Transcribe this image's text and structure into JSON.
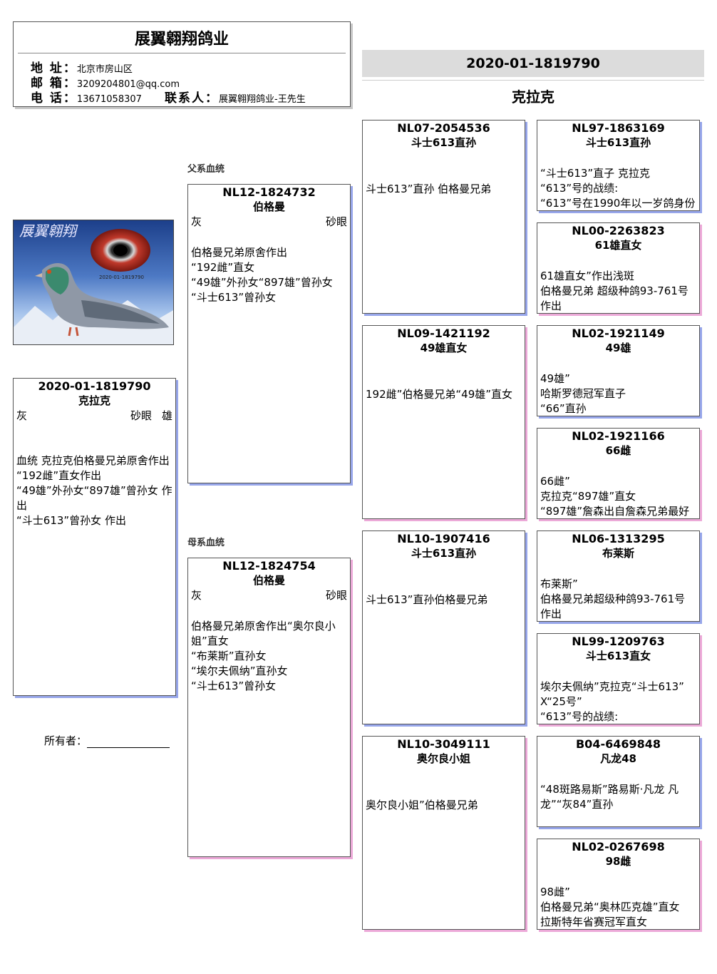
{
  "header": {
    "company": "展翼翱翔鸽业",
    "address_key": "地 址：",
    "address": "北京市房山区",
    "email_key": "邮 箱：",
    "email": "3209204801@qq.com",
    "phone_key": "电 话：",
    "phone": "13671058307",
    "contact_key": "联系人：",
    "contact": "展翼翱翔鸽业-王先生"
  },
  "banner": {
    "ring": "2020-01-1819790",
    "name": "克拉克"
  },
  "labels": {
    "paternal": "父系血统",
    "maternal": "母系血统"
  },
  "photo": {
    "caption": "2020-01-1819790",
    "title_art": "展翼翱翔"
  },
  "subject": {
    "ring": "2020-01-1819790",
    "name": "克拉克",
    "color": "灰",
    "eye": "砂眼",
    "sex": "雄",
    "desc": "血统 克拉克伯格曼兄弟原舍作出\n“192雌”直女作出\n“49雄”外孙女“897雄”曾孙女 作出\n“斗士613”曾孙女 作出"
  },
  "sire": {
    "ring": "NL12-1824732",
    "name": "伯格曼",
    "color": "灰",
    "eye": "砂眼",
    "desc": "伯格曼兄弟原舍作出\n“192雌”直女\n“49雄”外孙女“897雄”曾孙女\n“斗士613”曾孙女"
  },
  "dam": {
    "ring": "NL12-1824754",
    "name": "伯格曼",
    "color": "灰",
    "eye": "砂眼",
    "desc": "伯格曼兄弟原舍作出“奥尔良小姐”直女\n“布莱斯”直孙女\n“埃尔夫佩纳”直孙女\n“斗士613”曾孙女"
  },
  "grandparents": [
    {
      "ring": "NL07-2054536",
      "name": "斗士613直孙",
      "desc": "斗士613”直孙 伯格曼兄弟"
    },
    {
      "ring": "NL09-1421192",
      "name": "49雄直女",
      "desc": "192雌”伯格曼兄弟“49雄”直女"
    },
    {
      "ring": "NL10-1907416",
      "name": "斗士613直孙",
      "desc": "斗士613”直孙伯格曼兄弟"
    },
    {
      "ring": "NL10-3049111",
      "name": "奥尔良小姐",
      "desc": "奥尔良小姐”伯格曼兄弟"
    }
  ],
  "great_grandparents": [
    {
      "ring": "NL97-1863169",
      "name": "斗士613直孙",
      "desc": "“斗士613”直子 克拉克\n“613”号的战绩:\n“613”号在1990年以一岁鸽身份"
    },
    {
      "ring": "NL00-2263823",
      "name": "61雄直女",
      "desc": "61雄直女”作出浅斑\n伯格曼兄弟 超级种鸽93-761号\n作出"
    },
    {
      "ring": "NL02-1921149",
      "name": "49雄",
      "desc": "49雄”\n哈斯罗德冠军直子\n“66”直孙"
    },
    {
      "ring": "NL02-1921166",
      "name": "66雌",
      "desc": "66雌”\n克拉克“897雄”直女\n“897雄”詹森出自詹森兄弟最好"
    },
    {
      "ring": "NL06-1313295",
      "name": "布莱斯",
      "desc": "布莱斯”\n伯格曼兄弟超级种鸽93-761号\n作出"
    },
    {
      "ring": "NL99-1209763",
      "name": "斗士613直女",
      "desc": "埃尔夫佩纳”克拉克“斗士613”\nX“25号”\n“613”号的战绩:"
    },
    {
      "ring": "B04-6469848",
      "name": "凡龙48",
      "desc": "“48斑路易斯”路易斯·凡龙 凡\n龙”“灰84”直孙"
    },
    {
      "ring": "NL02-0267698",
      "name": "98雌",
      "desc": "98雌”\n伯格曼兄弟“奥林匹克雄”直女\n拉斯特年省赛冠军直女"
    }
  ],
  "owner": {
    "label": "所有者："
  }
}
